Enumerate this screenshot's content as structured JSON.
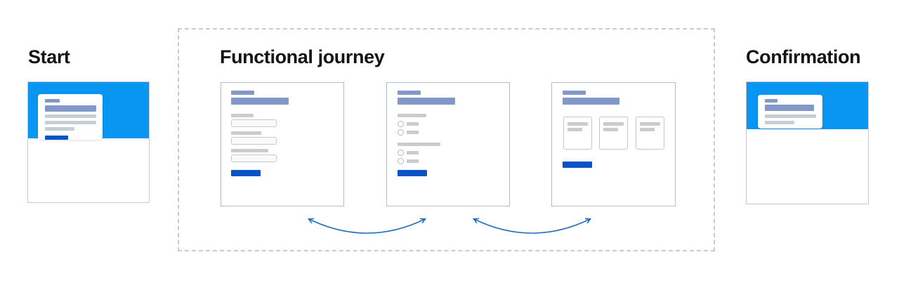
{
  "stages": {
    "start": {
      "label": "Start"
    },
    "journey": {
      "label": "Functional journey",
      "screens": [
        {
          "name": "form-screen",
          "description": "form with three labeled input fields and submit button"
        },
        {
          "name": "options-screen",
          "description": "two radio-button groups and submit button"
        },
        {
          "name": "cards-screen",
          "description": "three selectable option cards and submit button"
        }
      ]
    },
    "confirmation": {
      "label": "Confirmation"
    }
  },
  "colors": {
    "hero_blue": "#0995f2",
    "button_blue": "#0a52c6",
    "placeholder_blue": "#8298c6",
    "placeholder_gray": "#c9cbce",
    "modal_gray": "#c7cdd5",
    "arrow_blue": "#1e6fc2",
    "card_border": "#c3c9cf",
    "frame_border": "#b7bdc4",
    "dashed_border": "#c9cacc",
    "heading_text": "#141417"
  }
}
